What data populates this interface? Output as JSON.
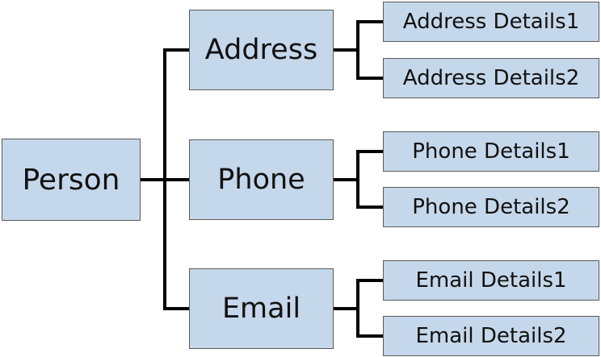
{
  "diagram": {
    "root": "Person",
    "groups": [
      {
        "label": "Address",
        "details": [
          "Address Details1",
          "Address Details2"
        ]
      },
      {
        "label": "Phone",
        "details": [
          "Phone Details1",
          "Phone Details2"
        ]
      },
      {
        "label": "Email",
        "details": [
          "Email Details1",
          "Email Details2"
        ]
      }
    ]
  },
  "colors": {
    "box_fill": "#c5d7ea",
    "box_border": "#5a5a5a",
    "connector": "#000000"
  }
}
